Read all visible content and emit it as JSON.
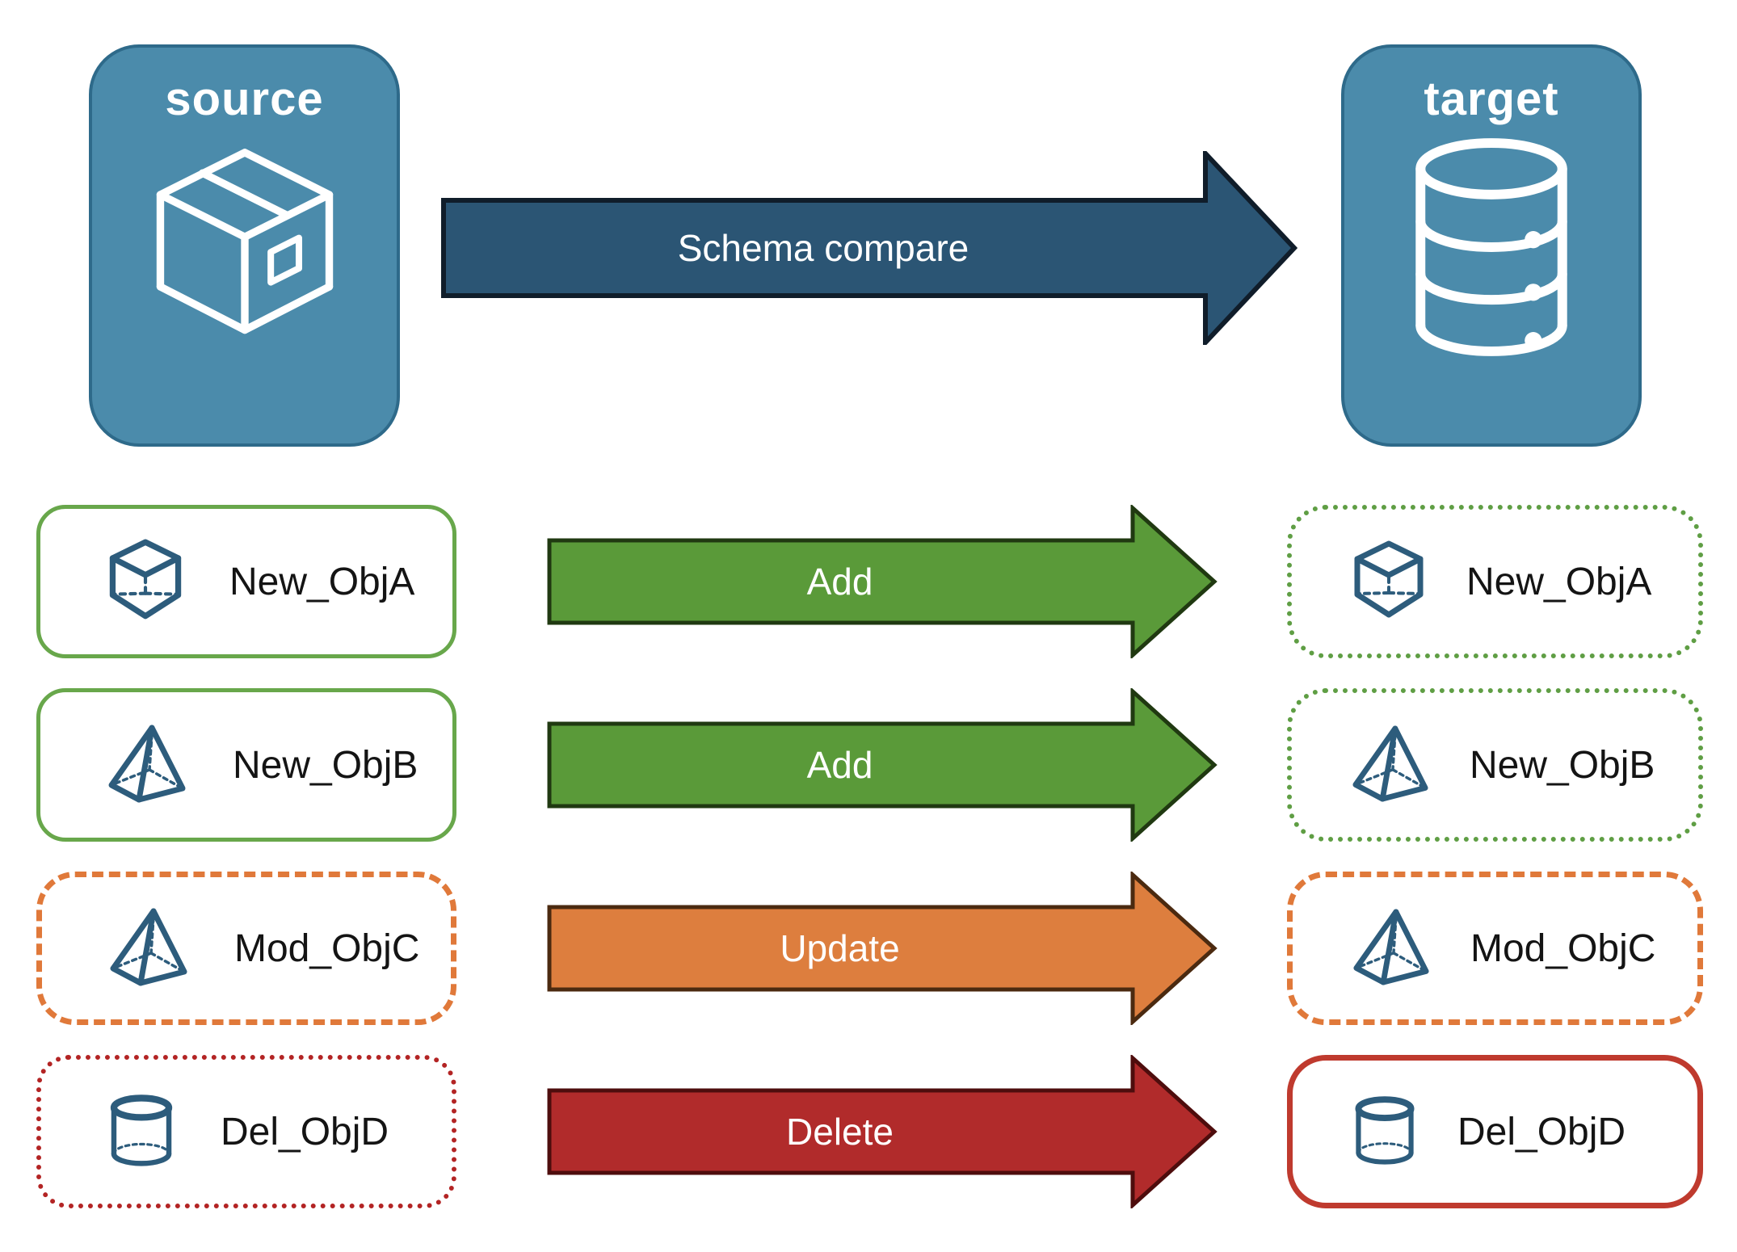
{
  "diagram": {
    "source": {
      "title": "source",
      "icon": "package-3d-icon"
    },
    "target": {
      "title": "target",
      "icon": "database-icon"
    },
    "compare_arrow": {
      "label": "Schema compare"
    },
    "rows": [
      {
        "object": "New_ObjA",
        "action": "Add",
        "icon": "cube-icon",
        "source_border": "green-solid",
        "target_border": "green-dotted"
      },
      {
        "object": "New_ObjB",
        "action": "Add",
        "icon": "pyramid-icon",
        "source_border": "green-solid",
        "target_border": "green-dotted"
      },
      {
        "object": "Mod_ObjC",
        "action": "Update",
        "icon": "pyramid-icon",
        "source_border": "orange-dashed",
        "target_border": "orange-dashed"
      },
      {
        "object": "Del_ObjD",
        "action": "Delete",
        "icon": "cylinder-icon",
        "source_border": "red-dotted",
        "target_border": "red-solid"
      }
    ],
    "colors": {
      "node_fill": "#4b8bab",
      "node_border": "#2e6a8a",
      "compare_arrow_fill": "#2b5574",
      "add_arrow_fill": "#5a9a39",
      "update_arrow_fill": "#dd7e3e",
      "delete_arrow_fill": "#b12b2b",
      "green_border": "#68a74b",
      "orange_border": "#e0793a",
      "red_border": "#b32424",
      "icon_stroke": "#2d5c7c",
      "label_text": "#141414"
    }
  }
}
